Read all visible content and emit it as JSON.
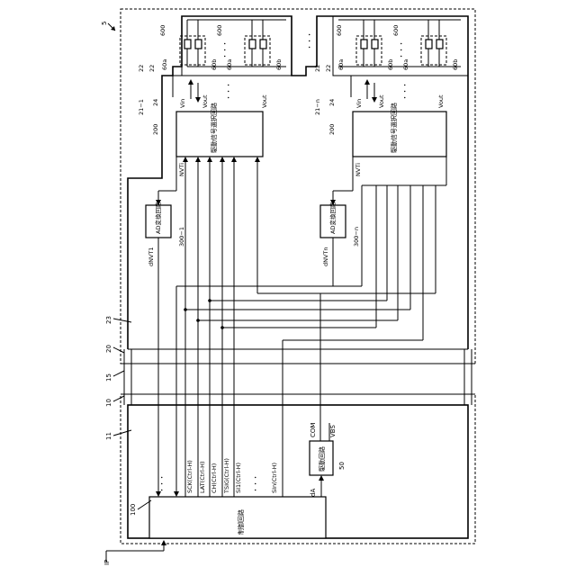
{
  "figure": {
    "ref_fig": "5",
    "ref_ip": "IP",
    "ref_10": "10",
    "ref_11": "11",
    "ref_15": "15",
    "ref_20": "20",
    "ref_23": "23"
  },
  "control_circuit": {
    "ref": "100",
    "label": "制御回路",
    "ellipsis": "・・・"
  },
  "control_signals": [
    {
      "label": "SCK(Ctrl-H)"
    },
    {
      "label": "LAT(Ctrl-H)"
    },
    {
      "label": "CH(Ctrl-H)"
    },
    {
      "label": "TSIG(Ctrl-H)"
    },
    {
      "label": "SI1(Ctrl-H)"
    },
    {
      "label": "SIn(Ctrl-H)"
    }
  ],
  "signal_ellipsis": "・・・",
  "drive_circuit": {
    "ref": "50",
    "label": "駆動回路",
    "input": "dA",
    "out_com": "COM",
    "out_vbs": "VBS"
  },
  "head_units": [
    {
      "ref_21": "21−1",
      "ref_22": "22",
      "ref_24": "24",
      "ref_600": "600",
      "ref_60a": "60a",
      "ref_60b": "60b",
      "select_ref": "200",
      "select_label": "駆動信号選択回路",
      "vin": "Vin",
      "vout": "Vout",
      "nvt": "NVTi",
      "ad_ref": "300−1",
      "ad_label": "AD変換回路",
      "ad_out": "dNVT1"
    },
    {
      "ref_21": "21−n",
      "ref_22": "22",
      "ref_24": "24",
      "ref_600": "600",
      "ref_60a": "60a",
      "ref_60b": "60b",
      "select_ref": "200",
      "select_label": "駆動信号選択回路",
      "vin": "Vin",
      "vout": "Vout",
      "nvt": "NVTi",
      "ad_ref": "300−n",
      "ad_label": "AD変換回路",
      "ad_out": "dNVTn"
    }
  ],
  "unit_ellipsis": "・・・",
  "inner_ellipsis": "・・・"
}
